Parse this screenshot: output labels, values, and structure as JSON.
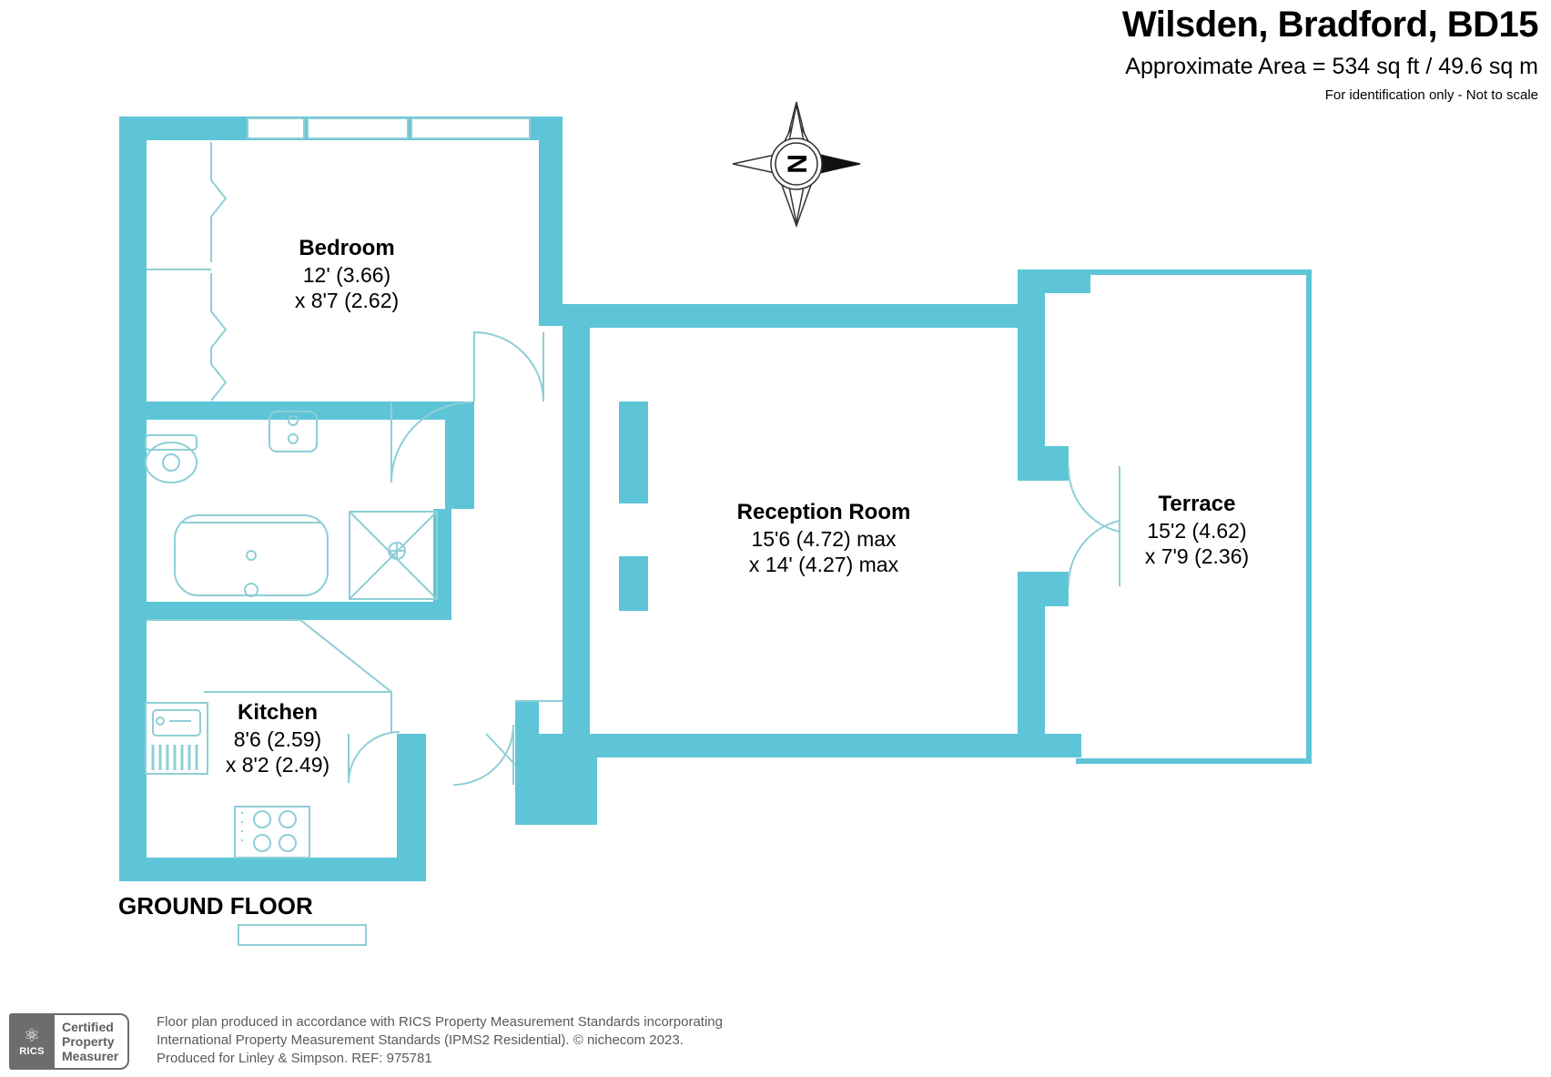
{
  "header": {
    "title": "Wilsden, Bradford, BD15",
    "area": "Approximate Area = 534 sq ft / 49.6 sq m",
    "notice": "For identification only - Not to scale"
  },
  "compass": {
    "label": "N"
  },
  "floor": {
    "caption": "GROUND FLOOR"
  },
  "rooms": [
    {
      "name": "Bedroom",
      "dim1": "12' (3.66)",
      "dim2": "x 8'7 (2.62)"
    },
    {
      "name": "Reception Room",
      "dim1": "15'6 (4.72) max",
      "dim2": "x 14' (4.27) max"
    },
    {
      "name": "Terrace",
      "dim1": "15'2 (4.62)",
      "dim2": "x 7'9 (2.36)"
    },
    {
      "name": "Kitchen",
      "dim1": "8'6 (2.59)",
      "dim2": "x 8'2 (2.49)"
    }
  ],
  "footer": {
    "badge_mark": "RICS",
    "badge_line1": "Certified",
    "badge_line2": "Property",
    "badge_line3": "Measurer",
    "line1": "Floor plan produced in accordance with RICS Property Measurement Standards incorporating",
    "line2": "International Property Measurement Standards (IPMS2 Residential).   © nichecom 2023.",
    "line3": "Produced for Linley & Simpson.   REF: 975781"
  },
  "colors": {
    "wall": "#5ec5d8",
    "fixture_stroke": "#7fc8cf",
    "text": "#000000",
    "footer_text": "#5a5a5a",
    "badge_gray": "#6d6d6d"
  }
}
